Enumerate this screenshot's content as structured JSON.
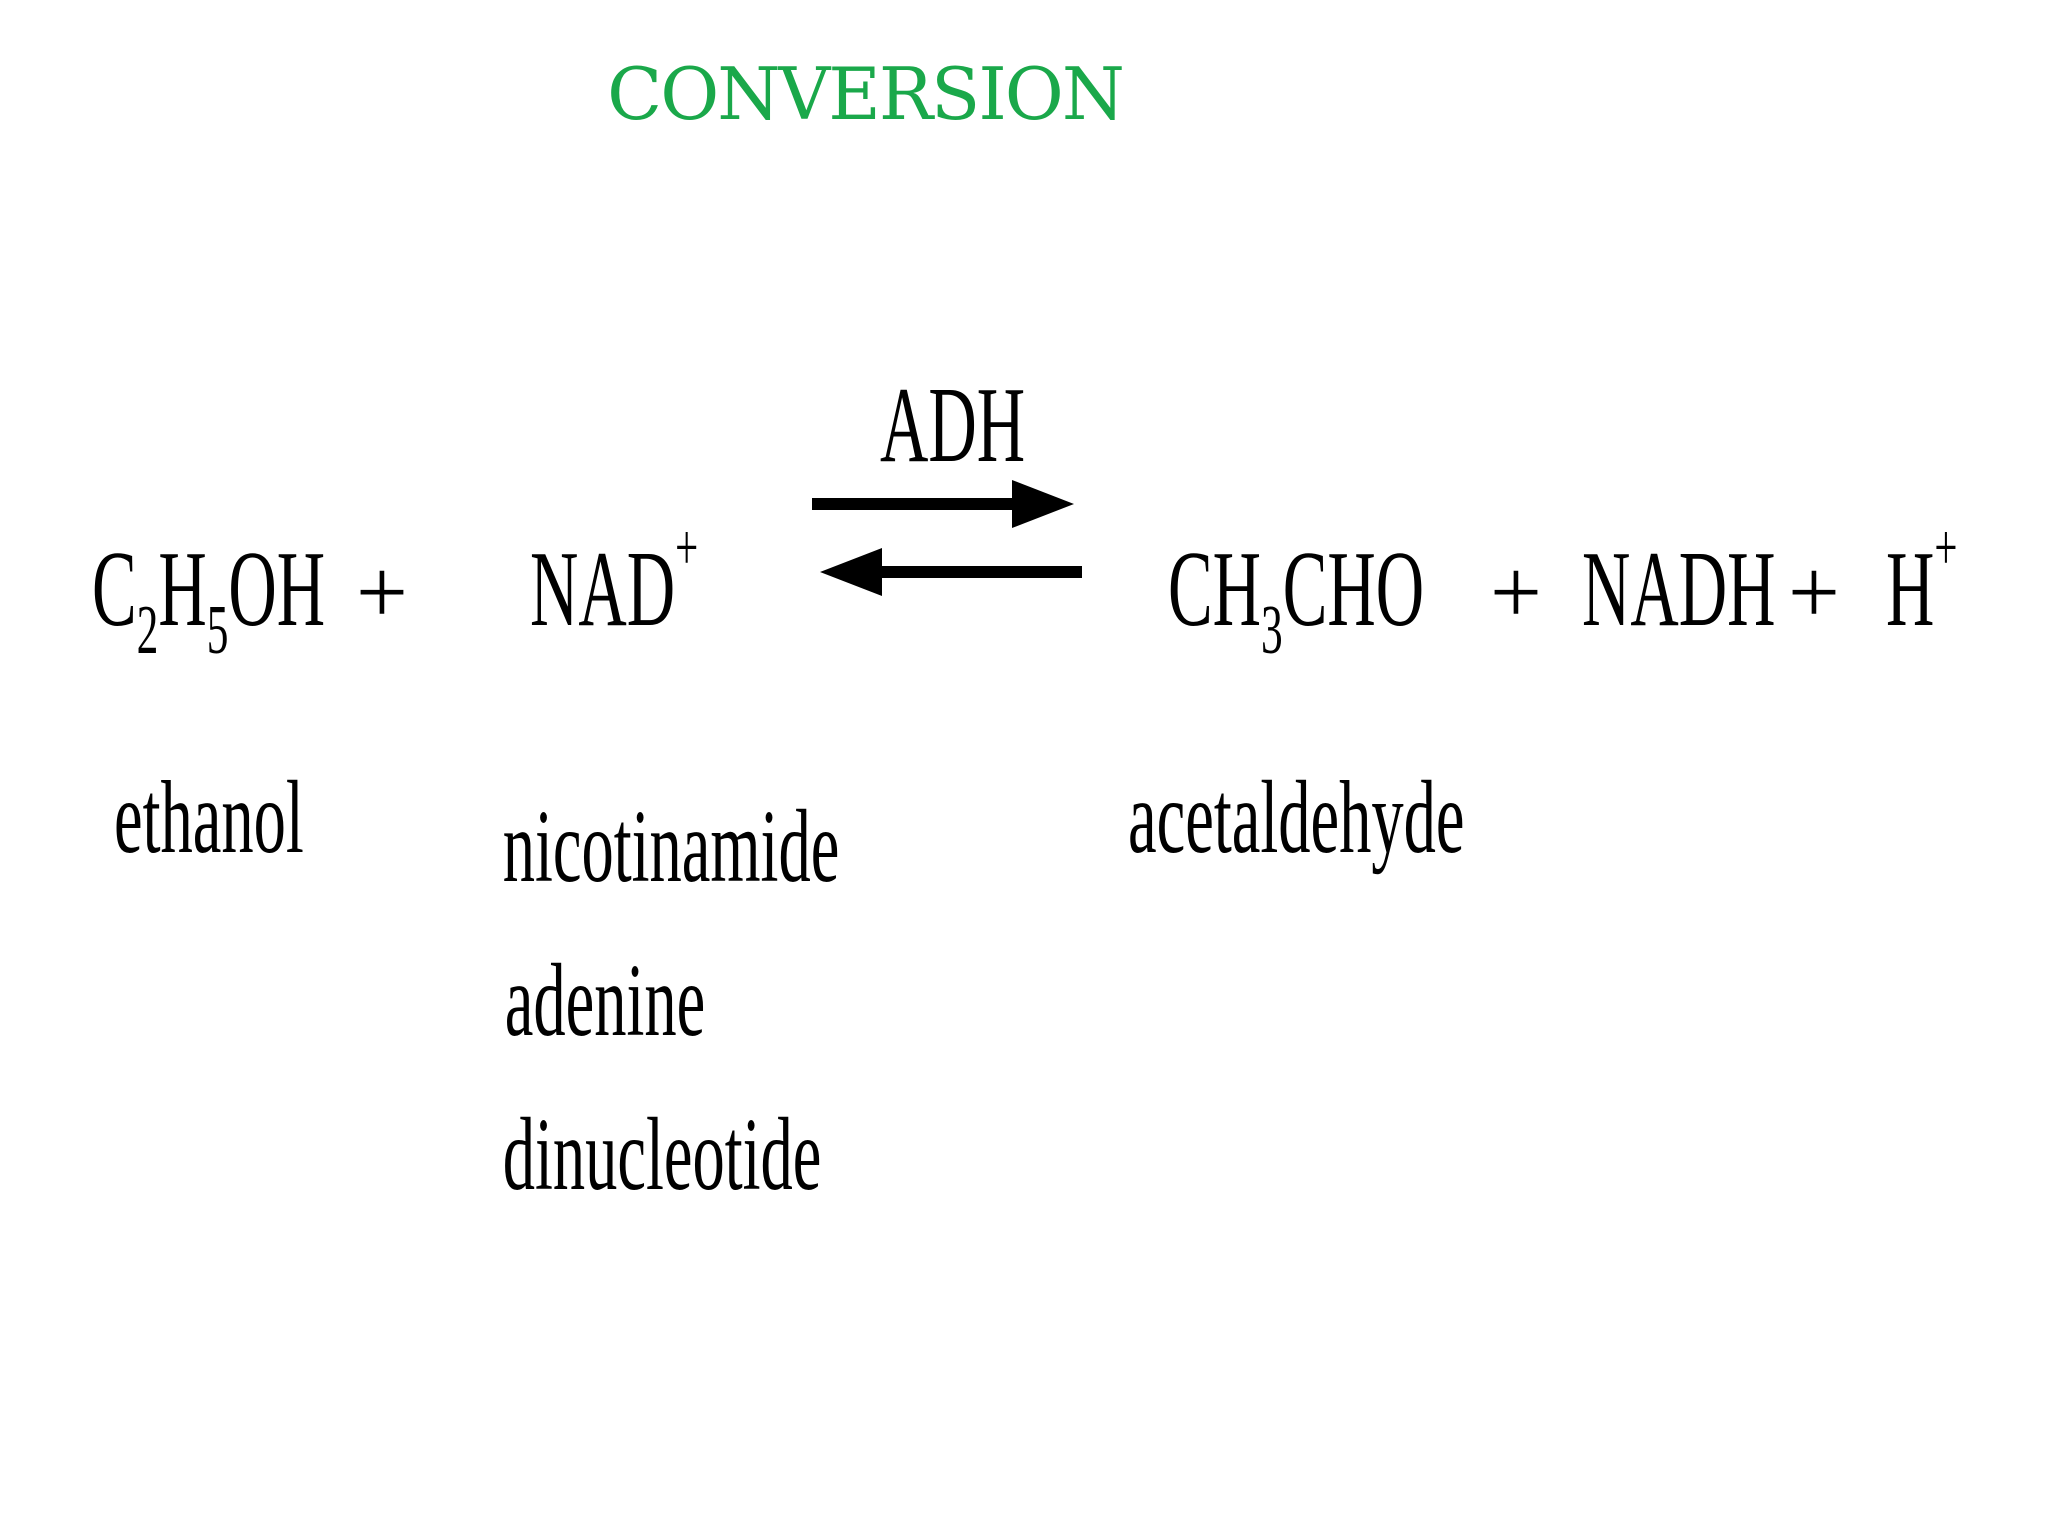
{
  "title": "CONVERSION",
  "colors": {
    "title": "#1aa84a",
    "text": "#000000",
    "background": "#ffffff"
  },
  "reaction": {
    "enzyme": "ADH",
    "plus_sign": "+",
    "reactant1": {
      "p1": "C",
      "s1": "2",
      "p2": "H",
      "s2": "5",
      "p3": "OH",
      "name": "ethanol"
    },
    "reactant2": {
      "base": "NAD",
      "charge": "+",
      "name_lines": [
        "nicotinamide",
        "adenine",
        "dinucleotide"
      ]
    },
    "product1": {
      "p1": "CH",
      "s1": "3",
      "p2": "CHO",
      "name": "acetaldehyde"
    },
    "product2": {
      "base": "NADH"
    },
    "product3": {
      "base": "H",
      "charge": "+"
    }
  }
}
